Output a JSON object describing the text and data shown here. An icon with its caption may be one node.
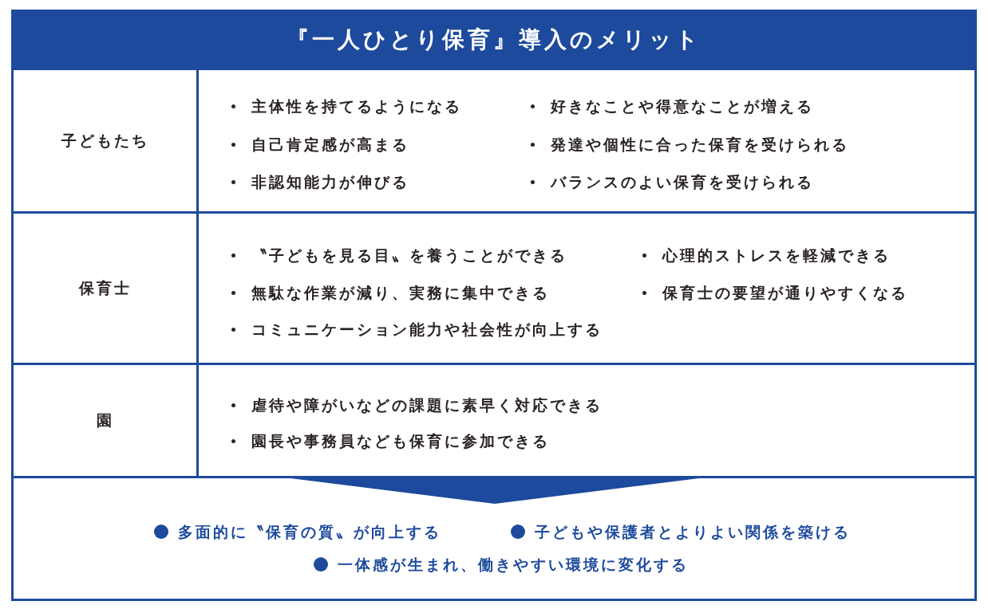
{
  "diagram": {
    "title": "『一人ひとり保育』導入のメリット",
    "nodes": [
      {
        "text": [],
        "shape": "box"
      },
      {
        "text": [
          "子どもたち"
        ],
        "in": 0
      },
      {
        "text": [
          "主体性を持てるようになる",
          "自己肯定感が高まる",
          "非認知能力が伸びる",
          "好きなことや得意なことが増える",
          "発達や個性に合った保育を受けられる",
          "バランスのよい保育を受けられる"
        ],
        "in": 0
      },
      {
        "text": [
          "保育士"
        ],
        "in": 0
      },
      {
        "text": [
          "〝子どもを見る目〟を養うことができる",
          "無駄な作業が減り、実務に集中できる",
          "コミュニケーション能力や社会性が向上する",
          "心理的ストレスを軽減できる",
          "保育士の要望が通りやすくなる"
        ],
        "in": 0
      },
      {
        "text": [
          "園"
        ],
        "in": 0
      },
      {
        "text": [
          "虐待や障がいなどの課題に素早く対応できる",
          "園長や事務員なども保育に参加できる"
        ],
        "in": 0
      },
      {
        "text": [
          "多面的に〝保育の質〟が向上する",
          "子どもや保護者とよりよい関係を築ける",
          "一体感が生まれ、働きやすい環境に変化する"
        ]
      }
    ],
    "edges": [
      {
        "from": 0,
        "to": 7,
        "arrow": "to"
      }
    ]
  }
}
